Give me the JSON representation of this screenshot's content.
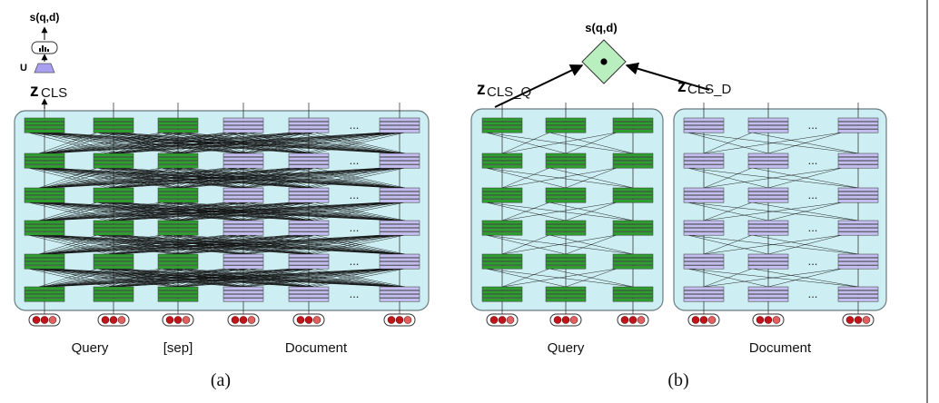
{
  "panel_a": {
    "output_label": "s(q,d)",
    "projection_label": "U",
    "cls_z": "z",
    "cls_sub": "CLS",
    "ellipsis": "...",
    "query_label": "Query",
    "sep_label": "[sep]",
    "document_label": "Document",
    "caption": "(a)"
  },
  "panel_b": {
    "output_label": "s(q,d)",
    "cls_q_z": "z",
    "cls_q_sub": "CLS_Q",
    "cls_d_z": "z",
    "cls_d_sub": "CLS_D",
    "ellipsis": "...",
    "query_label": "Query",
    "document_label": "Document",
    "caption": "(b)"
  },
  "colors": {
    "query_token": "#2e9e2e",
    "document_token": "#c4bdf0",
    "block_fill": "#cdeff3",
    "diamond_fill": "#b9efbf",
    "embedding_red": "#c0141b"
  }
}
